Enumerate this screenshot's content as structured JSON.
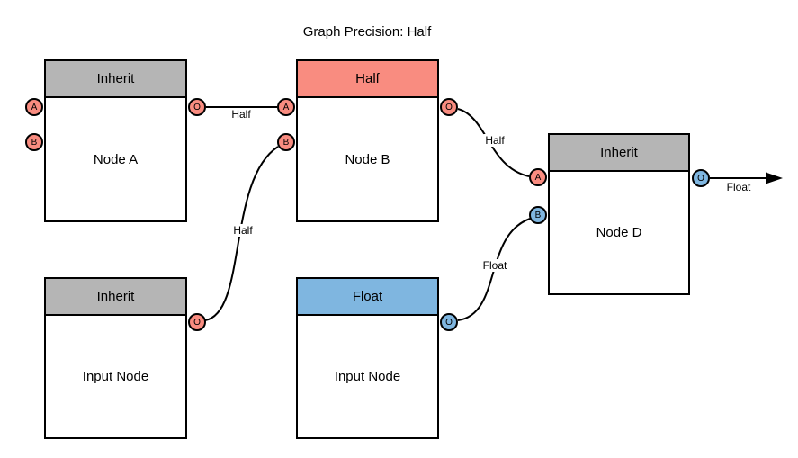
{
  "title": "Graph Precision: Half",
  "colors": {
    "salmon": "#f98c80",
    "blue": "#7fb6e0",
    "gray": "#b5b5b5",
    "stroke": "#000000",
    "background": "#ffffff"
  },
  "nodes": {
    "node_a": {
      "header": "Inherit",
      "name": "Node A",
      "ports": {
        "a": "A",
        "b": "B",
        "o": "O"
      }
    },
    "node_b": {
      "header": "Half",
      "name": "Node B",
      "ports": {
        "a": "A",
        "b": "B",
        "o": "O"
      }
    },
    "node_d": {
      "header": "Inherit",
      "name": "Node D",
      "ports": {
        "a": "A",
        "b": "B",
        "o": "O"
      }
    },
    "input_left": {
      "header": "Inherit",
      "name": "Input Node",
      "ports": {
        "o": "O"
      }
    },
    "input_mid": {
      "header": "Float",
      "name": "Input Node",
      "ports": {
        "o": "O"
      }
    }
  },
  "edges": {
    "node_a_to_node_b": {
      "label": "Half"
    },
    "input_left_to_node_b": {
      "label": "Half"
    },
    "node_b_to_node_d": {
      "label": "Half"
    },
    "input_mid_to_node_d": {
      "label": "Float"
    },
    "node_d_output": {
      "label": "Float"
    }
  }
}
